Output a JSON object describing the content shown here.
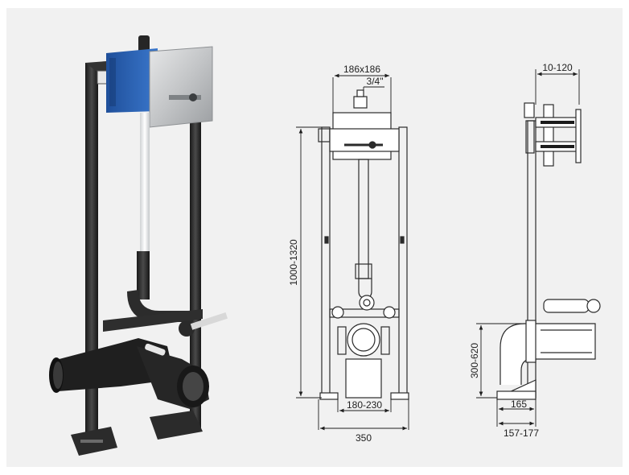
{
  "dimensions": {
    "plate_size": "186x186",
    "thread": "3/4\"",
    "wall_depth": "10-120",
    "height": "1000-1320",
    "drain_height": "300-620",
    "drain_spacing": "180-230",
    "frame_width": "350",
    "drain_projection": "165",
    "projection_range": "157-177"
  },
  "colors": {
    "frame": "#2b2b2b",
    "cistern_box": "#2f64b6",
    "plate": "#c9cacb",
    "pipe": "#eeeeee",
    "background": "#f1f1f1"
  }
}
